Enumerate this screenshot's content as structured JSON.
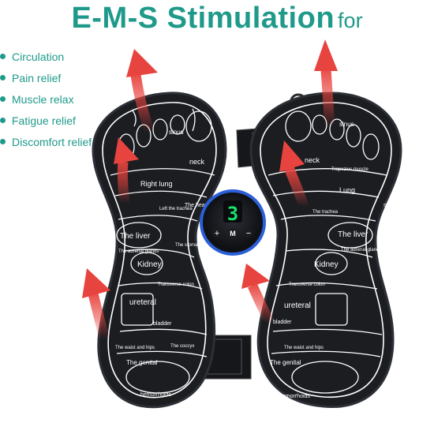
{
  "title": {
    "main": "E-M-S Stimulation",
    "suffix": "for"
  },
  "benefits": [
    {
      "label": "Circulation"
    },
    {
      "label": "Pain relief"
    },
    {
      "label": "Muscle relax"
    },
    {
      "label": "Fatigue relief"
    },
    {
      "label": "Discomfort relief"
    }
  ],
  "controller": {
    "display_digit": "3",
    "plus_label": "+",
    "mode_label": "M",
    "minus_label": "−"
  },
  "left_pad_labels": {
    "sinus": "sinus",
    "neck": "neck",
    "right_lung": "Right lung",
    "the_heart": "The heart",
    "left_trachea": "Left the trachea",
    "the_liver": "The liver",
    "adrenal": "The adrenal glands",
    "kidney": "Kidney",
    "stomach": "The stomach",
    "transverse": "Transverse colon",
    "ureteral": "ureteral",
    "bladder": "bladder",
    "waist": "The waist and hips",
    "genital": "The genital",
    "coccyx": "The coccyx",
    "hemorrhoids": "hemorrhoids"
  },
  "right_pad_labels": {
    "sinus": "sinus",
    "neck": "neck",
    "trapezius": "Trapezius muscle",
    "lung": "Lung",
    "trachea": "The trachea",
    "shoulder": "shoulder",
    "the_liver": "The liver",
    "adrenal": "The adrenal glands",
    "kidney": "Kidney",
    "transverse": "Transverse colon",
    "ureteral": "ureteral",
    "bladder": "bladder",
    "waist": "The waist and hips",
    "genital": "The genital",
    "hemorrhoids": "hemorrhoids"
  },
  "colors": {
    "title": "#1f9a8a",
    "arrow": "#e8443f",
    "pad": "#1b1d21",
    "display": "#18e06a",
    "controller_ring": "#2a5fd8"
  },
  "icons": [
    "stimulation-arrow-icon",
    "controller-display",
    "hanging-loop"
  ]
}
